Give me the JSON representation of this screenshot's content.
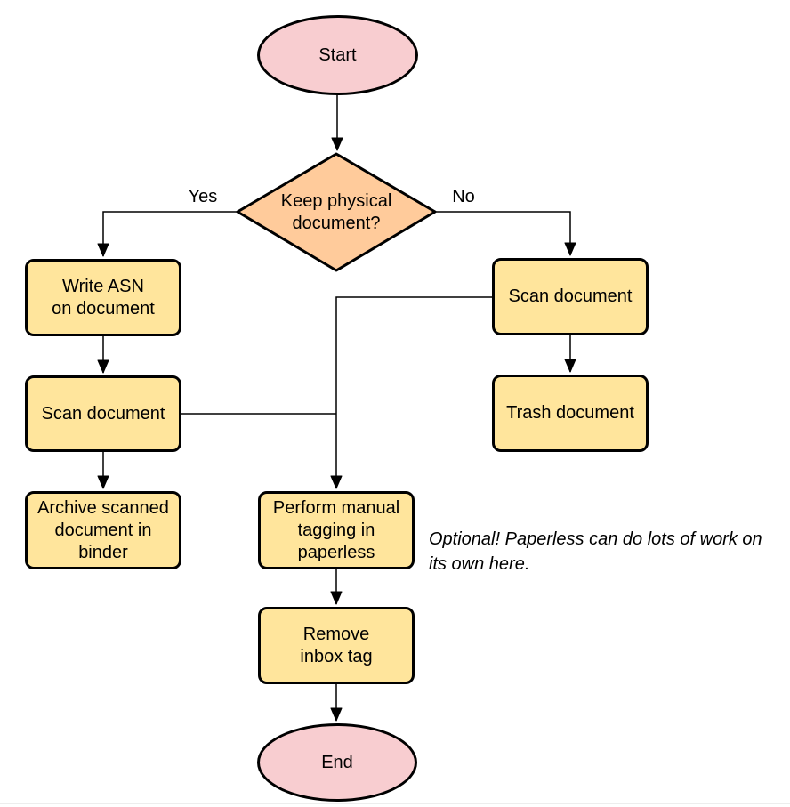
{
  "flowchart": {
    "nodes": {
      "start": {
        "label": "Start"
      },
      "decision": {
        "label": "Keep physical\ndocument?"
      },
      "write_asn": {
        "label": "Write ASN\non document"
      },
      "scan_left": {
        "label": "Scan document"
      },
      "archive": {
        "label": "Archive scanned\ndocument in\nbinder"
      },
      "scan_right": {
        "label": "Scan document"
      },
      "trash": {
        "label": "Trash document"
      },
      "tagging": {
        "label": "Perform manual\ntagging in\npaperless"
      },
      "remove_inbox": {
        "label": "Remove\ninbox tag"
      },
      "end": {
        "label": "End"
      }
    },
    "edge_labels": {
      "yes": "Yes",
      "no": "No"
    },
    "annotation": "Optional! Paperless can do lots of work on\nits own here.",
    "colors": {
      "terminator_fill": "#f8cdd0",
      "decision_fill": "#ffcb9b",
      "process_fill": "#ffe59c",
      "stroke": "#000000",
      "connector": "#000000"
    }
  }
}
